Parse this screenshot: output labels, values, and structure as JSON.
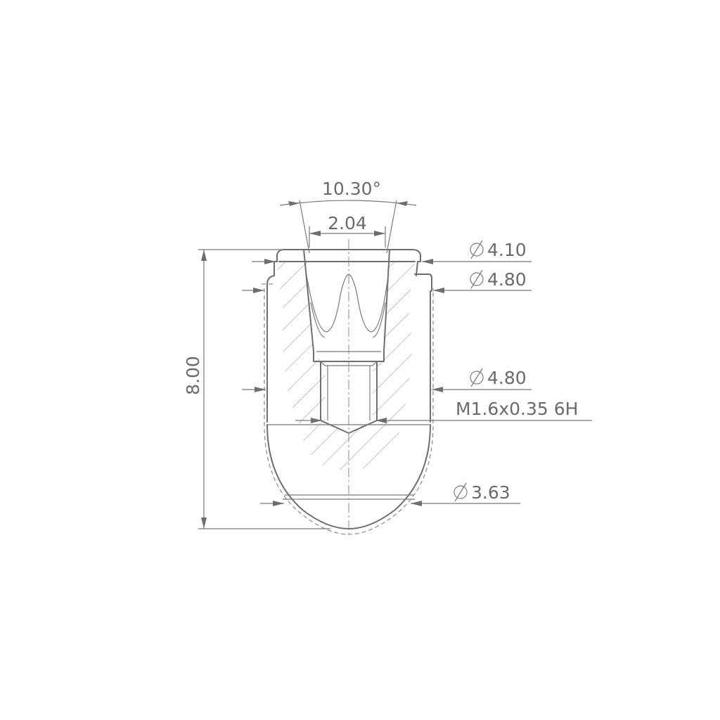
{
  "colors": {
    "line": "#6e6e6e",
    "background": "#ffffff"
  },
  "dimensions": {
    "angle": "10.30°",
    "top_width": "2.04",
    "dia_top": "4.10",
    "dia_shoulder": "4.80",
    "dia_body": "4.80",
    "thread": "M1.6x0.35 6H",
    "dia_tip": "3.63",
    "height": "8.00"
  },
  "symbols": {
    "diameter": "diameter-symbol"
  }
}
